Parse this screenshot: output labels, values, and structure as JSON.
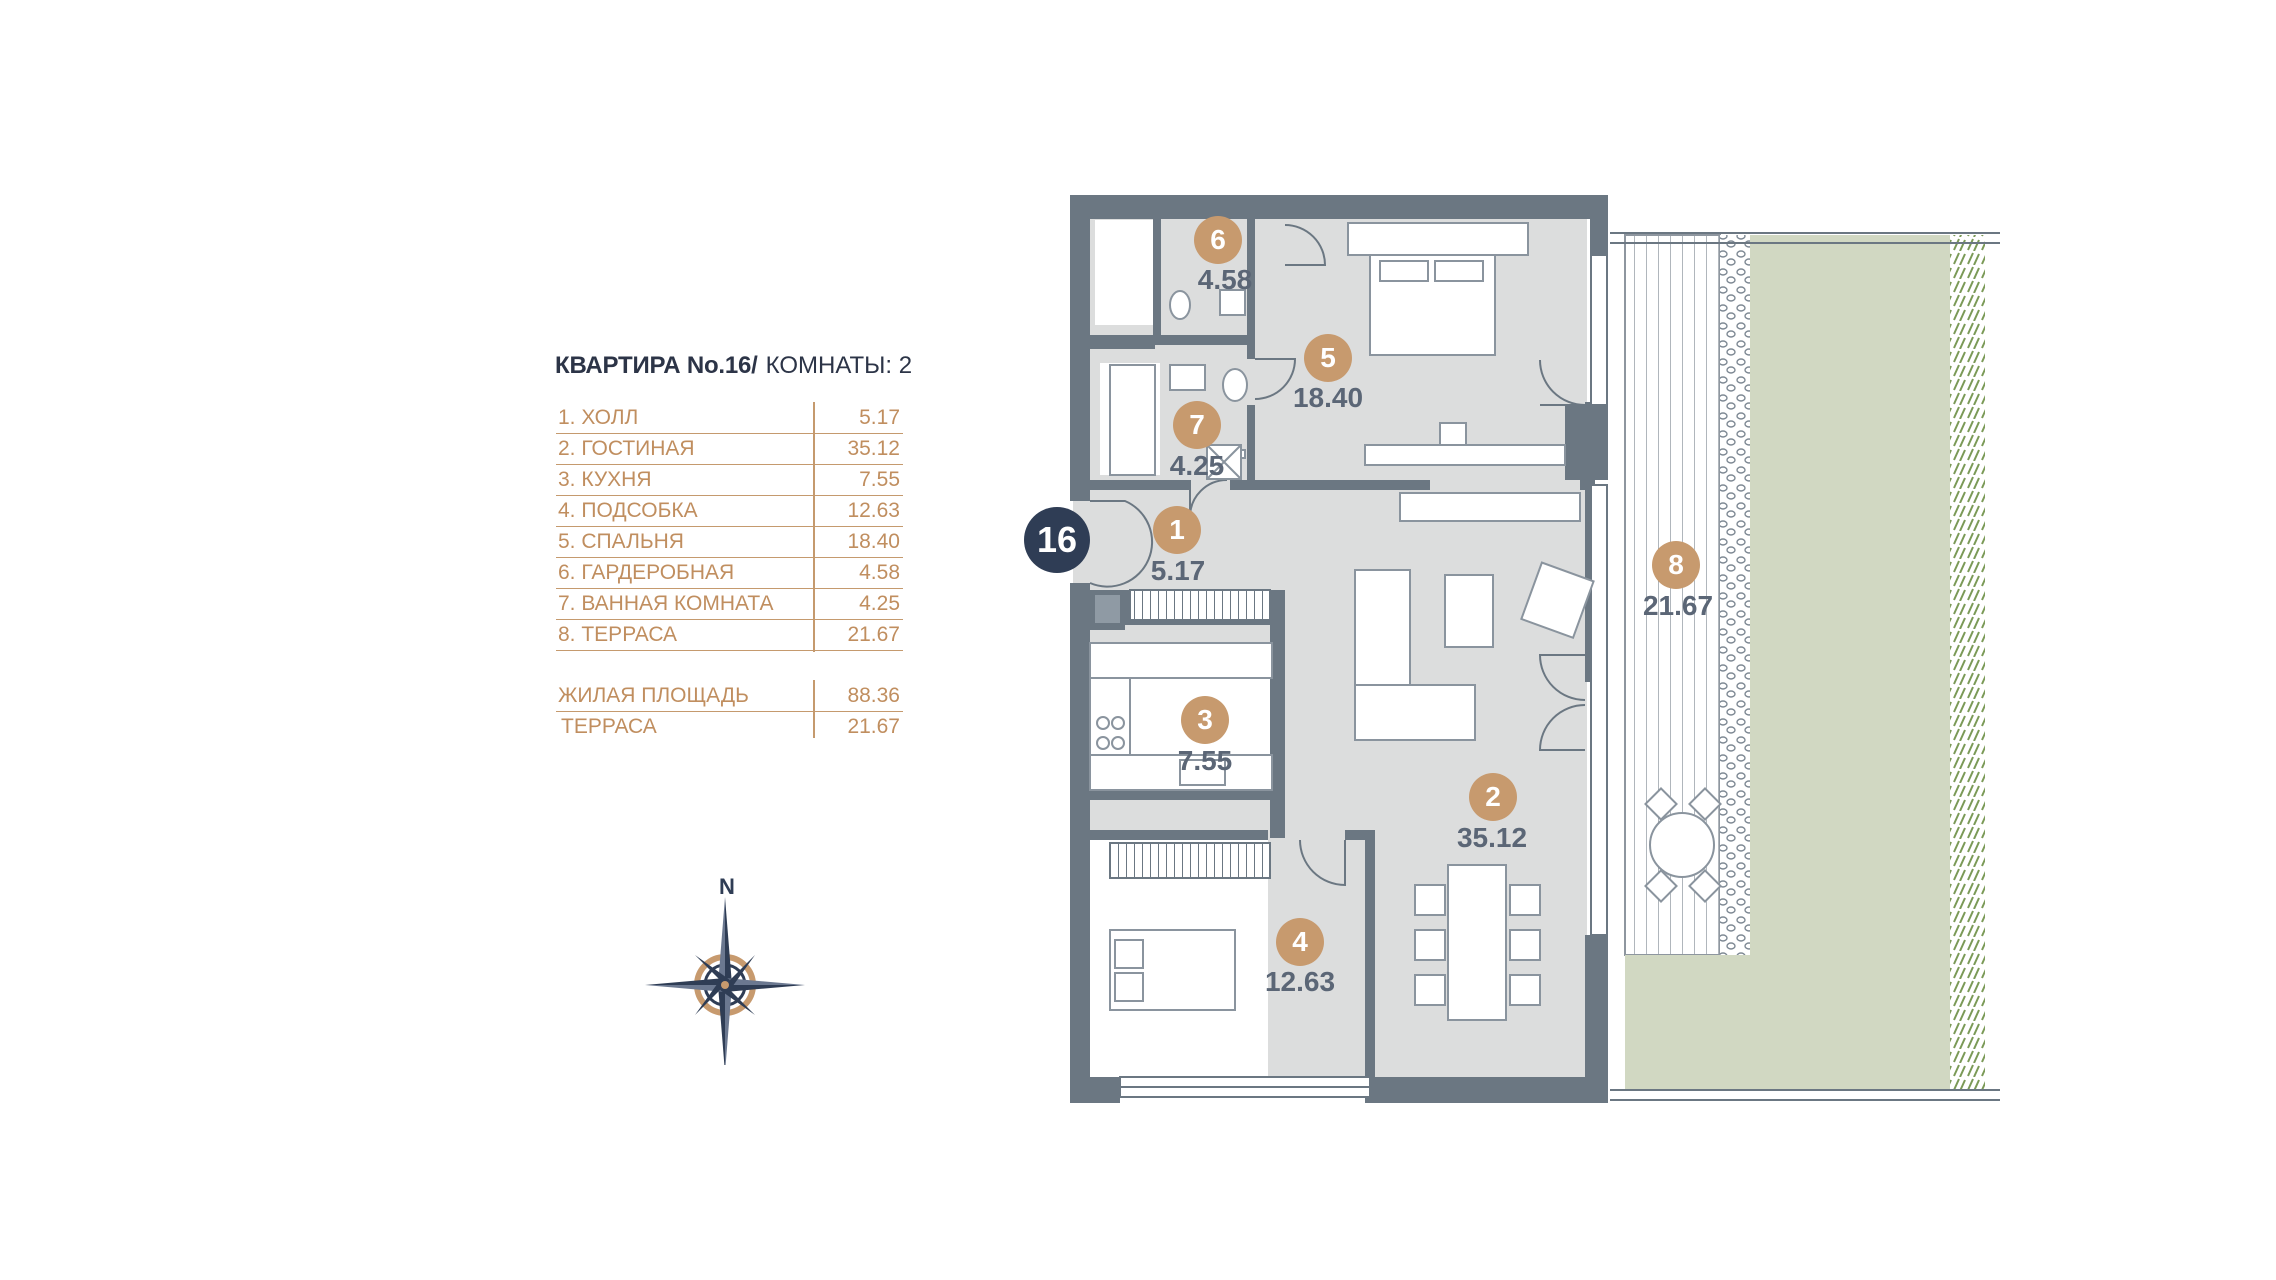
{
  "legend": {
    "apartment": "КВАРТИРА No.16/",
    "rooms": "КОМНАТЫ: 2",
    "items": [
      {
        "label": "1.  ХОЛЛ",
        "area": "5.17"
      },
      {
        "label": "2.  ГОСТИНАЯ",
        "area": "35.12"
      },
      {
        "label": "3.  КУХНЯ",
        "area": "7.55"
      },
      {
        "label": "4.  ПОДСОБКА",
        "area": "12.63"
      },
      {
        "label": "5.  СПАЛЬНЯ",
        "area": "18.40"
      },
      {
        "label": "6.  ГАРДЕРОБНАЯ",
        "area": "4.58"
      },
      {
        "label": "7.  ВАННАЯ КОМНАТА",
        "area": "4.25"
      },
      {
        "label": "8.  ТЕРРАСА",
        "area": "21.67"
      }
    ],
    "totals": [
      {
        "label": "ЖИЛАЯ ПЛОЩАДЬ",
        "area": "88.36"
      },
      {
        "label": "ТЕРРАСА",
        "area": "21.67"
      }
    ]
  },
  "plan": {
    "apartment_badge": "16",
    "rooms": [
      {
        "no": "1",
        "area": "5.17"
      },
      {
        "no": "2",
        "area": "35.12"
      },
      {
        "no": "3",
        "area": "7.55"
      },
      {
        "no": "4",
        "area": "12.63"
      },
      {
        "no": "5",
        "area": "18.40"
      },
      {
        "no": "6",
        "area": "4.58"
      },
      {
        "no": "7",
        "area": "4.25"
      },
      {
        "no": "8",
        "area": "21.67"
      }
    ]
  },
  "compass": {
    "north_label": "N"
  },
  "colors": {
    "wall": "#6b7782",
    "floor": "#dcdddd",
    "accent": "#c79a6e",
    "navy": "#2f3d55",
    "lawn": "#d1d8c2",
    "hedge": "#7b9a57"
  }
}
